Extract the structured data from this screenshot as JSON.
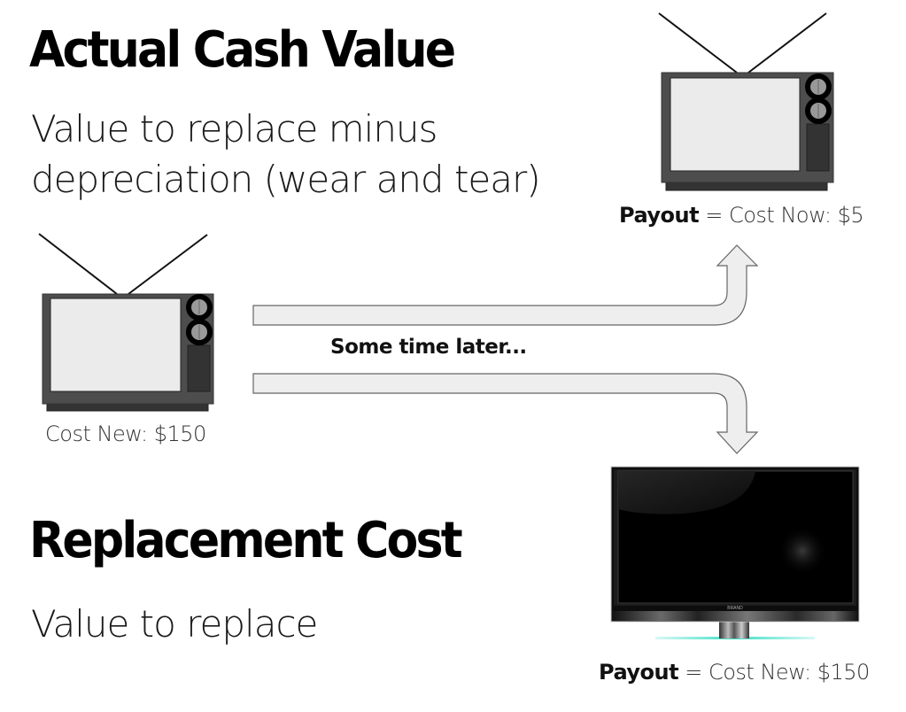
{
  "actual_cash_value": {
    "title": "Actual Cash Value",
    "description_lines": [
      "Value to replace minus",
      "depreciation (wear and tear)"
    ]
  },
  "replacement_cost": {
    "title": "Replacement Cost",
    "description": "Value to replace"
  },
  "original_item": {
    "icon": "old-crt-tv-icon",
    "label": "Cost New: $150"
  },
  "transition": {
    "label": "Some time later...",
    "arrow_up_icon": "bent-arrow-up-icon",
    "arrow_down_icon": "bent-arrow-down-icon"
  },
  "acv_outcome": {
    "icon": "old-crt-tv-icon",
    "payout_label": "Payout",
    "payout_value": "= Cost Now: $5"
  },
  "rc_outcome": {
    "icon": "flat-screen-tv-icon",
    "brand_text": "BRAND",
    "payout_label": "Payout",
    "payout_value": "= Cost New: $150"
  },
  "colors": {
    "tv_body": "#4d4d4d",
    "tv_screen": "#ebebeb",
    "tv_base": "#333333",
    "arrow_fill": "#eeeeee",
    "arrow_stroke": "#666666",
    "stand_glow": "#40e0c8"
  }
}
